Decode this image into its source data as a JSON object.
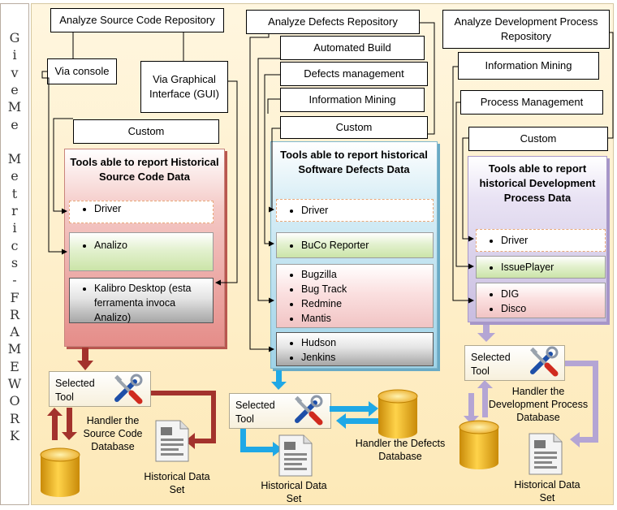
{
  "side_title_letters": [
    "G",
    "i",
    "v",
    "e",
    "M",
    "e",
    "",
    "M",
    "e",
    "t",
    "r",
    "i",
    "c",
    "s",
    "-",
    "F",
    "R",
    "A",
    "M",
    "E",
    "W",
    "O",
    "R",
    "K"
  ],
  "source": {
    "header": "Analyze Source Code Repository",
    "via_console": "Via console",
    "via_gui": "Via Graphical Interface (GUI)",
    "custom": "Custom",
    "panel_title": "Tools able to report Historical Source Code Data",
    "items": [
      "Driver",
      "Analizo",
      "Kalibro Desktop (esta ferramenta invoca Analizo)"
    ],
    "selected_tool": "Selected Tool",
    "handler": "Handler the Source Code Database",
    "dataset": "Historical Data Set"
  },
  "defects": {
    "header": "Analyze Defects Repository",
    "automated_build": "Automated Build",
    "defects_management": "Defects management",
    "information_mining": "Information Mining",
    "custom": "Custom",
    "panel_title": "Tools able to report historical Software Defects Data",
    "driver": "Driver",
    "buco": "BuCo Reporter",
    "trackers": [
      "Bugzilla",
      "Bug Track",
      "Redmine",
      "Mantis"
    ],
    "ci": [
      "Hudson",
      "Jenkins"
    ],
    "selected_tool": "Selected Tool",
    "handler": "Handler the Defects Database",
    "dataset": "Historical Data Set"
  },
  "process": {
    "header": "Analyze Development Process Repository",
    "information_mining": "Information Mining",
    "process_management": "Process Management",
    "custom": "Custom",
    "panel_title": "Tools able to report historical Development Process Data",
    "driver": "Driver",
    "issueplayer": "IssuePlayer",
    "others": [
      "DIG",
      "Disco"
    ],
    "selected_tool": "Selected Tool",
    "handler": "Handler the Development Process Database",
    "dataset": "Historical Data Set"
  },
  "colors": {
    "source_arrow": "#a3322c",
    "defects_arrow": "#1fa8e6",
    "process_arrow": "#b4a5d4",
    "source_panel": "#e6908d",
    "defects_panel": "#a7d8ea",
    "process_panel": "#cbbfe3"
  },
  "icons": [
    "tools-icon",
    "database-icon",
    "document-icon"
  ]
}
